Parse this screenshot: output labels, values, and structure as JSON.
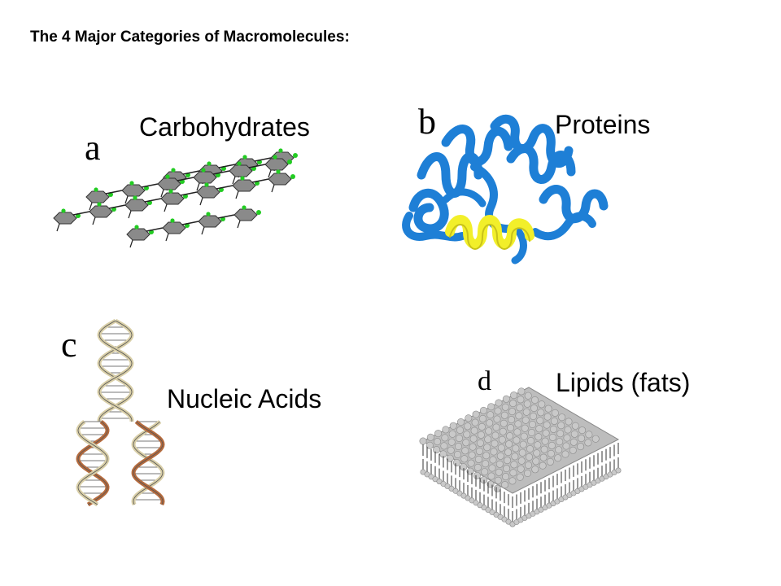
{
  "title": "The 4 Major Categories of Macromolecules:",
  "panels": [
    {
      "letter": "a",
      "label": "Carbohydrates"
    },
    {
      "letter": "b",
      "label": "Proteins"
    },
    {
      "letter": "c",
      "label": "Nucleic Acids"
    },
    {
      "letter": "d",
      "label": "Lipids (fats)"
    }
  ],
  "colors": {
    "sugar_ring": "#8a8a8a",
    "oxygen_dot": "#22cc22",
    "protein_helix": "#1e7fd6",
    "protein_highlight": "#f2ef2a",
    "dna_strand_light": "#d9cfa8",
    "dna_strand_dark": "#b56b3e",
    "lipid_head": "#c9c9c9"
  }
}
